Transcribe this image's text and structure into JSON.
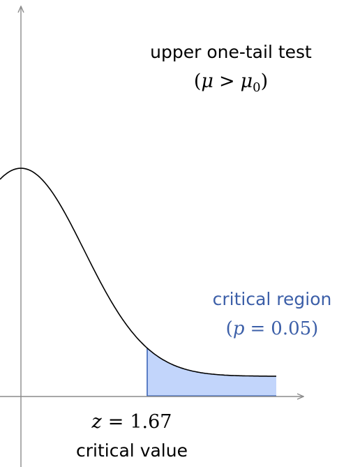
{
  "title": {
    "line1": "upper one-tail test",
    "mu": "μ",
    "op": ">",
    "mu0_base": "μ",
    "mu0_sub": "0"
  },
  "region": {
    "line1": "critical region",
    "p": "p",
    "eq": "=",
    "value": "0.05"
  },
  "critical": {
    "z": "z",
    "eq": "=",
    "value": "1.67",
    "line2": "critical value"
  },
  "colors": {
    "axis": "#8c8c8c",
    "curve": "#000000",
    "region_fill": "#c2d5fb",
    "region_edge": "#3b64b8",
    "region_text": "#3c5fa8",
    "text": "#000000"
  },
  "chart_data": {
    "type": "area",
    "curve": "normal density",
    "critical_z": 1.67,
    "tail": "upper",
    "alpha": 0.05
  }
}
